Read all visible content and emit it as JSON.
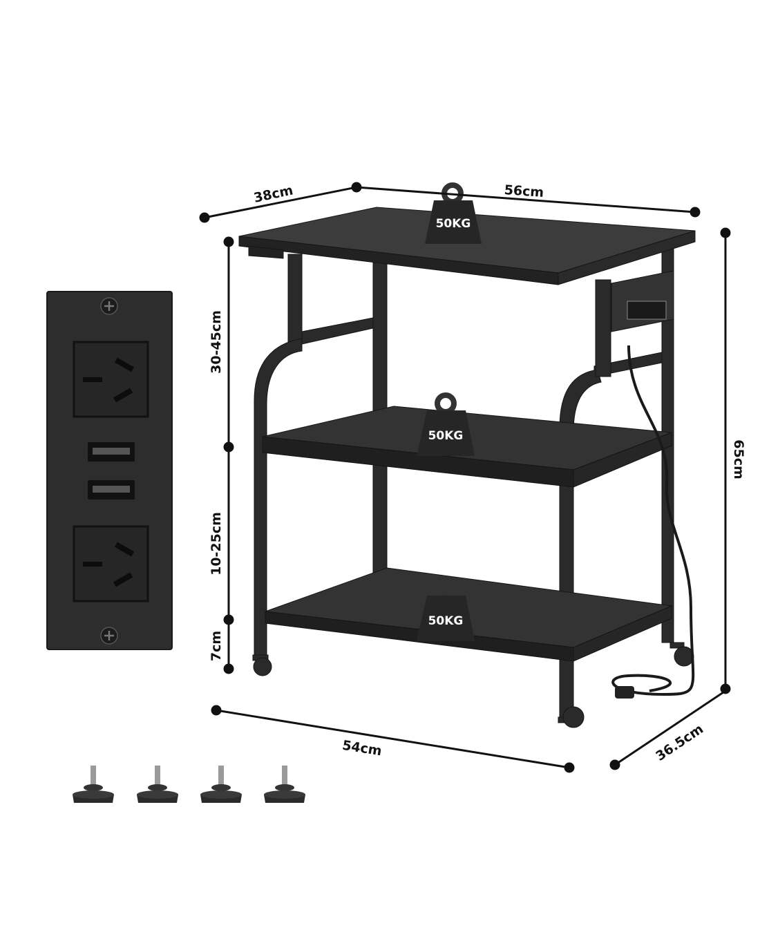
{
  "diagram": {
    "title": "Rolling printer cart dimensions",
    "dimensions": {
      "depth_top": "38cm",
      "width_top": "56cm",
      "height_total": "65cm",
      "top_gap": "30-45cm",
      "middle_gap": "10-25cm",
      "bottom_clearance": "7cm",
      "width_bottom": "54cm",
      "depth_bottom": "36.5cm"
    },
    "load_capacity": {
      "top_shelf": "50KG",
      "middle_shelf": "50KG",
      "bottom_shelf": "50KG"
    },
    "outlet_panel": {
      "ac_outlets": 2,
      "usb_ports": 2
    },
    "accessories": {
      "leveling_feet_count": 4
    },
    "colors": {
      "frame": "#2a2a2a",
      "wood": "#3a3a3a",
      "dimension_line": "#111111"
    }
  }
}
